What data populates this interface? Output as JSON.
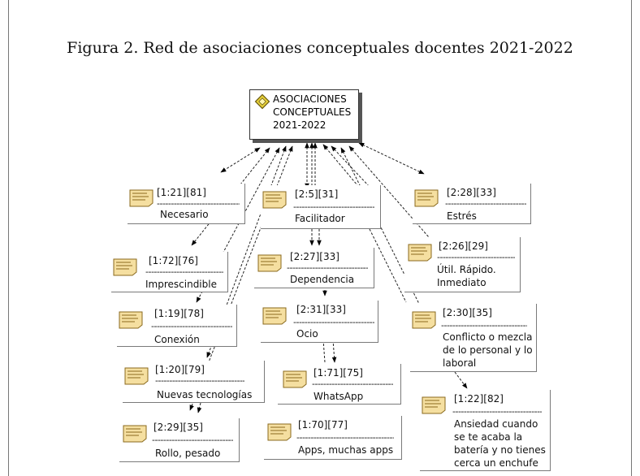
{
  "figure": {
    "title": "Figura 2. Red de asociaciones conceptuales docentes 2021-2022"
  },
  "central": {
    "icon": "concept-diamond-icon",
    "lines": [
      "ASOCIACIONES",
      "CONCEPTUALES",
      "2021-2022"
    ]
  },
  "nodes": [
    {
      "id": "n1",
      "code": "[1:21][81]",
      "label": [
        "Necesario"
      ]
    },
    {
      "id": "n2",
      "code": "[2:5][31]",
      "label": [
        "Facilitador"
      ]
    },
    {
      "id": "n3",
      "code": "[2:28][33]",
      "label": [
        "Estrés"
      ]
    },
    {
      "id": "n4",
      "code": "[1:72][76]",
      "label": [
        "Imprescindible"
      ]
    },
    {
      "id": "n5",
      "code": "[2:27][33]",
      "label": [
        "Dependencia"
      ]
    },
    {
      "id": "n6",
      "code": "[2:26][29]",
      "label": [
        "Útil. Rápido.",
        "Inmediato"
      ]
    },
    {
      "id": "n7",
      "code": "[1:19][78]",
      "label": [
        "Conexión"
      ]
    },
    {
      "id": "n8",
      "code": "[2:31][33]",
      "label": [
        "Ocio"
      ]
    },
    {
      "id": "n9",
      "code": "[2:30][35]",
      "label": [
        "Conflicto o mezcla",
        "de lo personal y lo",
        "laboral"
      ]
    },
    {
      "id": "n10",
      "code": "[1:20][79]",
      "label": [
        "Nuevas tecnologías"
      ]
    },
    {
      "id": "n11",
      "code": "[1:71][75]",
      "label": [
        "WhatsApp"
      ]
    },
    {
      "id": "n12",
      "code": "[1:22][82]",
      "label": [
        "Ansiedad cuando",
        "se te acaba la",
        "batería y no tienes",
        "cerca un enchufe"
      ]
    },
    {
      "id": "n13",
      "code": "[2:29][35]",
      "label": [
        "Rollo, pesado"
      ]
    },
    {
      "id": "n14",
      "code": "[1:70][77]",
      "label": [
        "Apps, muchas apps"
      ]
    }
  ],
  "colors": {
    "note_fill": "#f5dfa0",
    "note_stroke": "#8a6a1e",
    "concept_icon": "#e8d23a"
  }
}
